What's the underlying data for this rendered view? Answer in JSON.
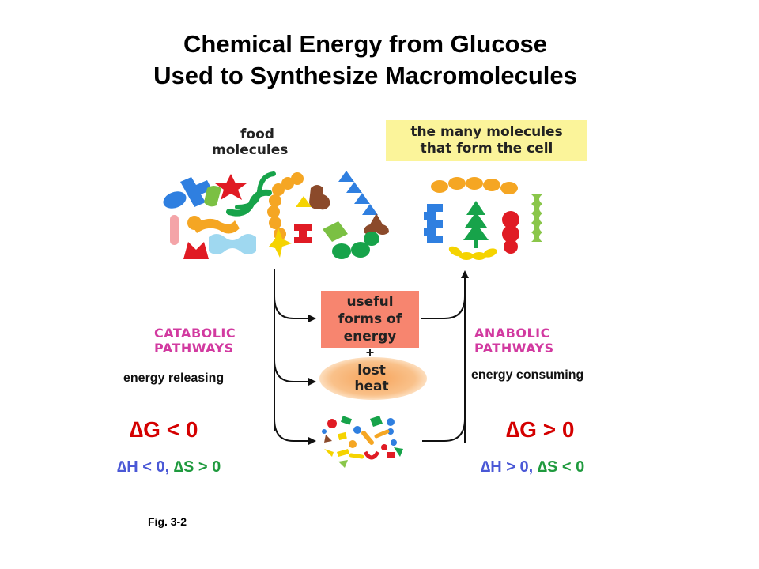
{
  "title": {
    "line1": "Chemical Energy from Glucose",
    "line2": "Used to Synthesize Macromolecules"
  },
  "food": {
    "line1": "food",
    "line2": "molecules"
  },
  "cell_molecules": {
    "line1": "the many molecules",
    "line2": "that form the cell"
  },
  "catabolic": {
    "line1": "CATABOLIC",
    "line2": "PATHWAYS",
    "desc": "energy releasing"
  },
  "anabolic": {
    "line1": "ANABOLIC",
    "line2": "PATHWAYS",
    "desc": "energy consuming"
  },
  "useful_energy": {
    "line1": "useful",
    "line2": "forms of",
    "line3": "energy"
  },
  "plus": "+",
  "lost_heat": {
    "line1": "lost",
    "line2": "heat"
  },
  "catabolic_thermo": {
    "dg": "∆G < 0",
    "dh": "∆H < 0,",
    "ds": "∆S > 0"
  },
  "anabolic_thermo": {
    "dg": "∆G > 0",
    "dh": "∆H > 0,",
    "ds": "∆S < 0"
  },
  "figure_label": "Fig. 3-2",
  "colors": {
    "title": "#000000",
    "pathway_label": "#d23aa0",
    "delta_g": "#d40000",
    "delta_h": "#4a58d6",
    "delta_s": "#1f9a3e",
    "useful_box": "#f7856f",
    "cell_box": "#fbf49a"
  }
}
